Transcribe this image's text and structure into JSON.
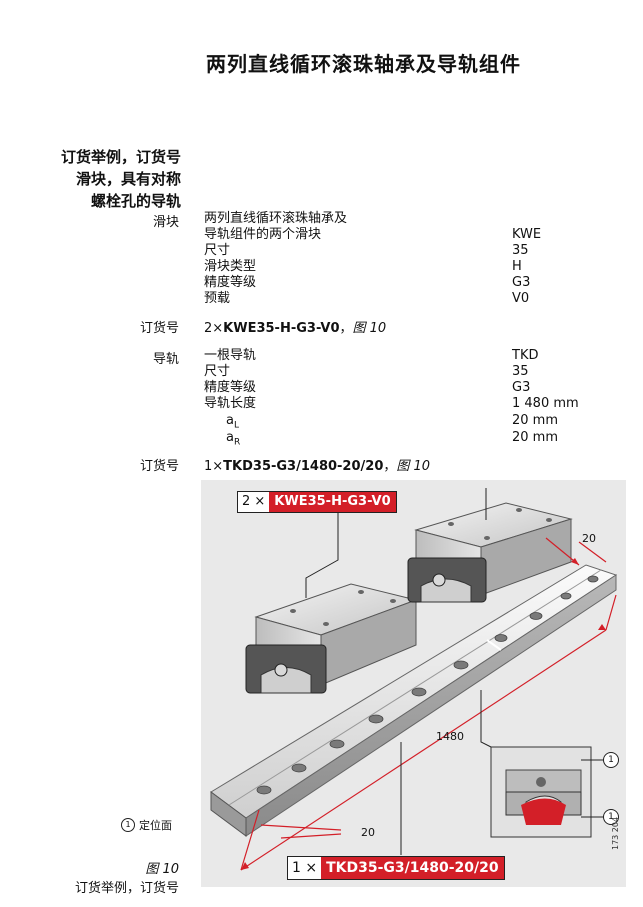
{
  "title": "两列直线循环滚珠轴承及导轨组件",
  "heading": [
    "订货举例，订货号",
    "滑块，具有对称",
    "螺栓孔的导轨"
  ],
  "slider": {
    "label": "滑块",
    "desc_lines": [
      "两列直线循环滚珠轴承及",
      "导轨组件的两个滑块"
    ],
    "rows": [
      {
        "name": "",
        "value": "KWE"
      },
      {
        "name": "尺寸",
        "value": "35"
      },
      {
        "name": "滑块类型",
        "value": "H"
      },
      {
        "name": "精度等级",
        "value": "G3"
      },
      {
        "name": "预载",
        "value": "V0"
      }
    ]
  },
  "order1": {
    "label": "订货号",
    "prefix": "2×",
    "code": "KWE35-H-G3-V0",
    "sep": "，",
    "fig": "图 10"
  },
  "rail": {
    "label": "导轨",
    "rows": [
      {
        "name": "一根导轨",
        "value": "TKD"
      },
      {
        "name": "尺寸",
        "value": "35"
      },
      {
        "name": "精度等级",
        "value": "G3"
      },
      {
        "name": "导轨长度",
        "value": "1 480 mm"
      },
      {
        "name": "a",
        "sub": "L",
        "value": "20 mm"
      },
      {
        "name": "a",
        "sub": "R",
        "value": "20 mm"
      }
    ]
  },
  "order2": {
    "label": "订货号",
    "prefix": "1×",
    "code": "TKD35-G3/1480-20/20",
    "sep": "，",
    "fig": "图 10"
  },
  "figure": {
    "callout_top": {
      "prefix": "2 ×",
      "code": "KWE35-H-G3-V0"
    },
    "callout_bottom": {
      "prefix": "1 ×",
      "code": "TKD35-G3/1480-20/20"
    },
    "dim_top": "20",
    "dim_length": "1480",
    "dim_bottom": "20",
    "marker": "1"
  },
  "legend": {
    "marker": "1",
    "text": "定位面"
  },
  "caption": {
    "fig": "图 10",
    "text": "订货举例，订货号"
  },
  "side_number": "173 204",
  "colors": {
    "accent_red": "#d31f28",
    "figure_bg": "#e9e9e9"
  }
}
